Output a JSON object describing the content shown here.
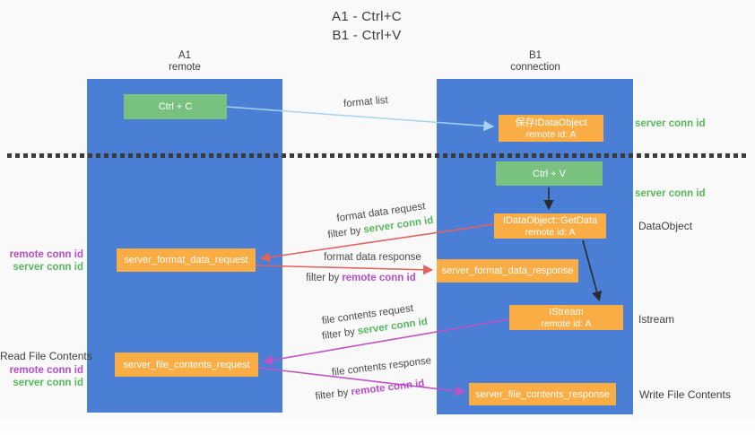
{
  "title": {
    "line1": "A1 - Ctrl+C",
    "line2": "B1 - Ctrl+V"
  },
  "lanes": {
    "left": {
      "title": "A1",
      "subtitle": "remote"
    },
    "right": {
      "title": "B1",
      "subtitle": "connection"
    }
  },
  "nodes": {
    "ctrl_c": {
      "label": "Ctrl + C"
    },
    "ctrl_v": {
      "label": "Ctrl + V"
    },
    "save_idataobject": {
      "line1": "保存IDataObject",
      "line2": "remote id: A"
    },
    "getdata": {
      "line1": "IDataObject::GetData",
      "line2": "remote id: A"
    },
    "istream": {
      "line1": "IStream",
      "line2": "remote id: A"
    },
    "format_request": {
      "label": "server_format_data_request"
    },
    "format_response": {
      "label": "server_format_data_response"
    },
    "file_request": {
      "label": "server_file_contents_request"
    },
    "file_response": {
      "label": "server_file_contents_response"
    }
  },
  "edge_labels": {
    "format_list": "format list",
    "format_request_text": "format data request",
    "format_request_filter": {
      "prefix": "filter by",
      "key": "server conn id"
    },
    "format_response_text": "format data response",
    "format_response_filter": {
      "prefix": "filter by",
      "key": "remote conn id"
    },
    "file_request_text": "file contents request",
    "file_request_filter": {
      "prefix": "filter by",
      "key": "server conn id"
    },
    "file_response_text": "file contents response",
    "file_response_filter": {
      "prefix": "filter by",
      "key": "remote conn id"
    }
  },
  "side_labels": {
    "server_conn_id_top": "server conn id",
    "server_conn_id_mid": "server conn id",
    "dataobject": "DataObject",
    "istream": "Istream",
    "write_file_contents": "Write File Contents",
    "read_file_contents": "Read File Contents",
    "format_remote_conn_id": "remote conn id",
    "format_server_conn_id": "server conn id",
    "file_remote_conn_id": "remote conn id",
    "file_server_conn_id": "server conn id"
  },
  "colors": {
    "lane_blue": "#4a7fd5",
    "node_green": "#79c17f",
    "node_orange": "#f9ad44",
    "arrow_red": "#e2635e",
    "arrow_magenta": "#bf53c3",
    "arrow_lightblue": "#a6d3f0",
    "arrow_black": "#2b2b2b",
    "text_green": "#57b75e",
    "text_purple": "#b44ec9",
    "separator_dark": "#3a3a3a"
  }
}
